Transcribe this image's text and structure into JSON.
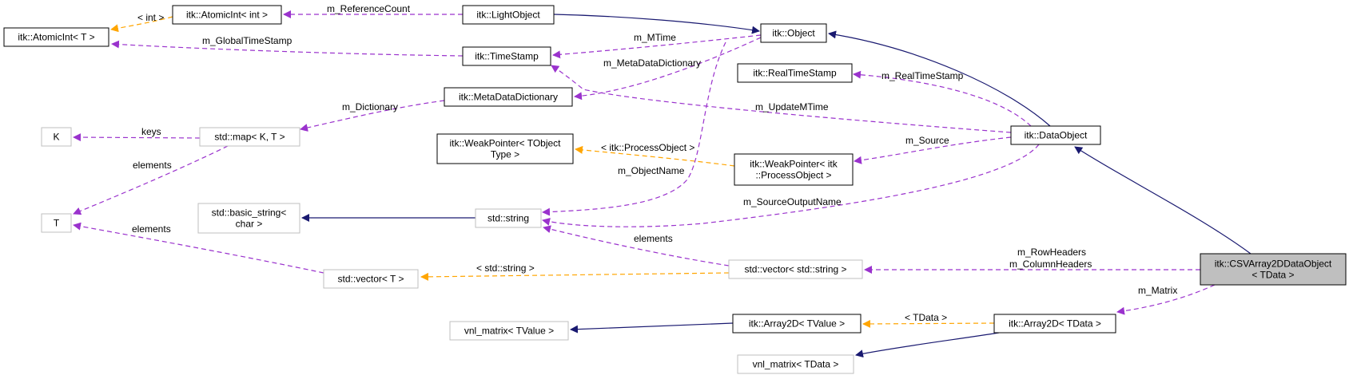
{
  "colors": {
    "inherit": "#191970",
    "usage": "#9a32cd",
    "template": "#ffa500",
    "node_border": "#000000",
    "node_border_light": "#bfbfbf",
    "node_fill": "#ffffff",
    "focus_fill": "#bfbfbf"
  },
  "nodes": {
    "atomicint_int": {
      "lines": [
        "itk::AtomicInt< int >"
      ]
    },
    "atomicint_t": {
      "lines": [
        "itk::AtomicInt< T >"
      ]
    },
    "lightobject": {
      "lines": [
        "itk::LightObject"
      ]
    },
    "object": {
      "lines": [
        "itk::Object"
      ]
    },
    "timestamp": {
      "lines": [
        "itk::TimeStamp"
      ]
    },
    "realtimestamp": {
      "lines": [
        "itk::RealTimeStamp"
      ]
    },
    "metadatadict": {
      "lines": [
        "itk::MetaDataDictionary"
      ]
    },
    "k": {
      "lines": [
        "K"
      ]
    },
    "map": {
      "lines": [
        "std::map< K, T >"
      ]
    },
    "weakptr_t": {
      "lines": [
        "itk::WeakPointer< TObject",
        "Type >"
      ]
    },
    "weakptr_po": {
      "lines": [
        "itk::WeakPointer< itk",
        "::ProcessObject >"
      ]
    },
    "dataobject": {
      "lines": [
        "itk::DataObject"
      ]
    },
    "t": {
      "lines": [
        "T"
      ]
    },
    "basic_string": {
      "lines": [
        "std::basic_string<",
        "char >"
      ]
    },
    "string": {
      "lines": [
        "std::string"
      ]
    },
    "vector_t": {
      "lines": [
        "std::vector< T >"
      ]
    },
    "vector_string": {
      "lines": [
        "std::vector< std::string >"
      ]
    },
    "csv": {
      "lines": [
        "itk::CSVArray2DDataObject",
        "< TData >"
      ]
    },
    "vnl_tvalue": {
      "lines": [
        "vnl_matrix< TValue >"
      ]
    },
    "array2d_tvalue": {
      "lines": [
        "itk::Array2D< TValue >"
      ]
    },
    "array2d_tdata": {
      "lines": [
        "itk::Array2D< TData >"
      ]
    },
    "vnl_tdata": {
      "lines": [
        "vnl_matrix< TData >"
      ]
    }
  },
  "edge_labels": {
    "int_arg": "< int >",
    "reference_count": "m_ReferenceCount",
    "global_time_stamp": "m_GlobalTimeStamp",
    "mtime": "m_MTime",
    "meta_data_dictionary": "m_MetaDataDictionary",
    "real_time_stamp": "m_RealTimeStamp",
    "dictionary": "m_Dictionary",
    "update_mtime": "m_UpdateMTime",
    "keys": "keys",
    "elements_map": "elements",
    "process_object_arg": "< itk::ProcessObject >",
    "source": "m_Source",
    "object_name": "m_ObjectName",
    "source_output_name": "m_SourceOutputName",
    "elements_vector_t": "elements",
    "elements_string": "elements",
    "string_arg": "< std::string >",
    "row_headers": "m_RowHeaders",
    "column_headers": "m_ColumnHeaders",
    "matrix": "m_Matrix",
    "tdata_arg": "< TData >"
  }
}
